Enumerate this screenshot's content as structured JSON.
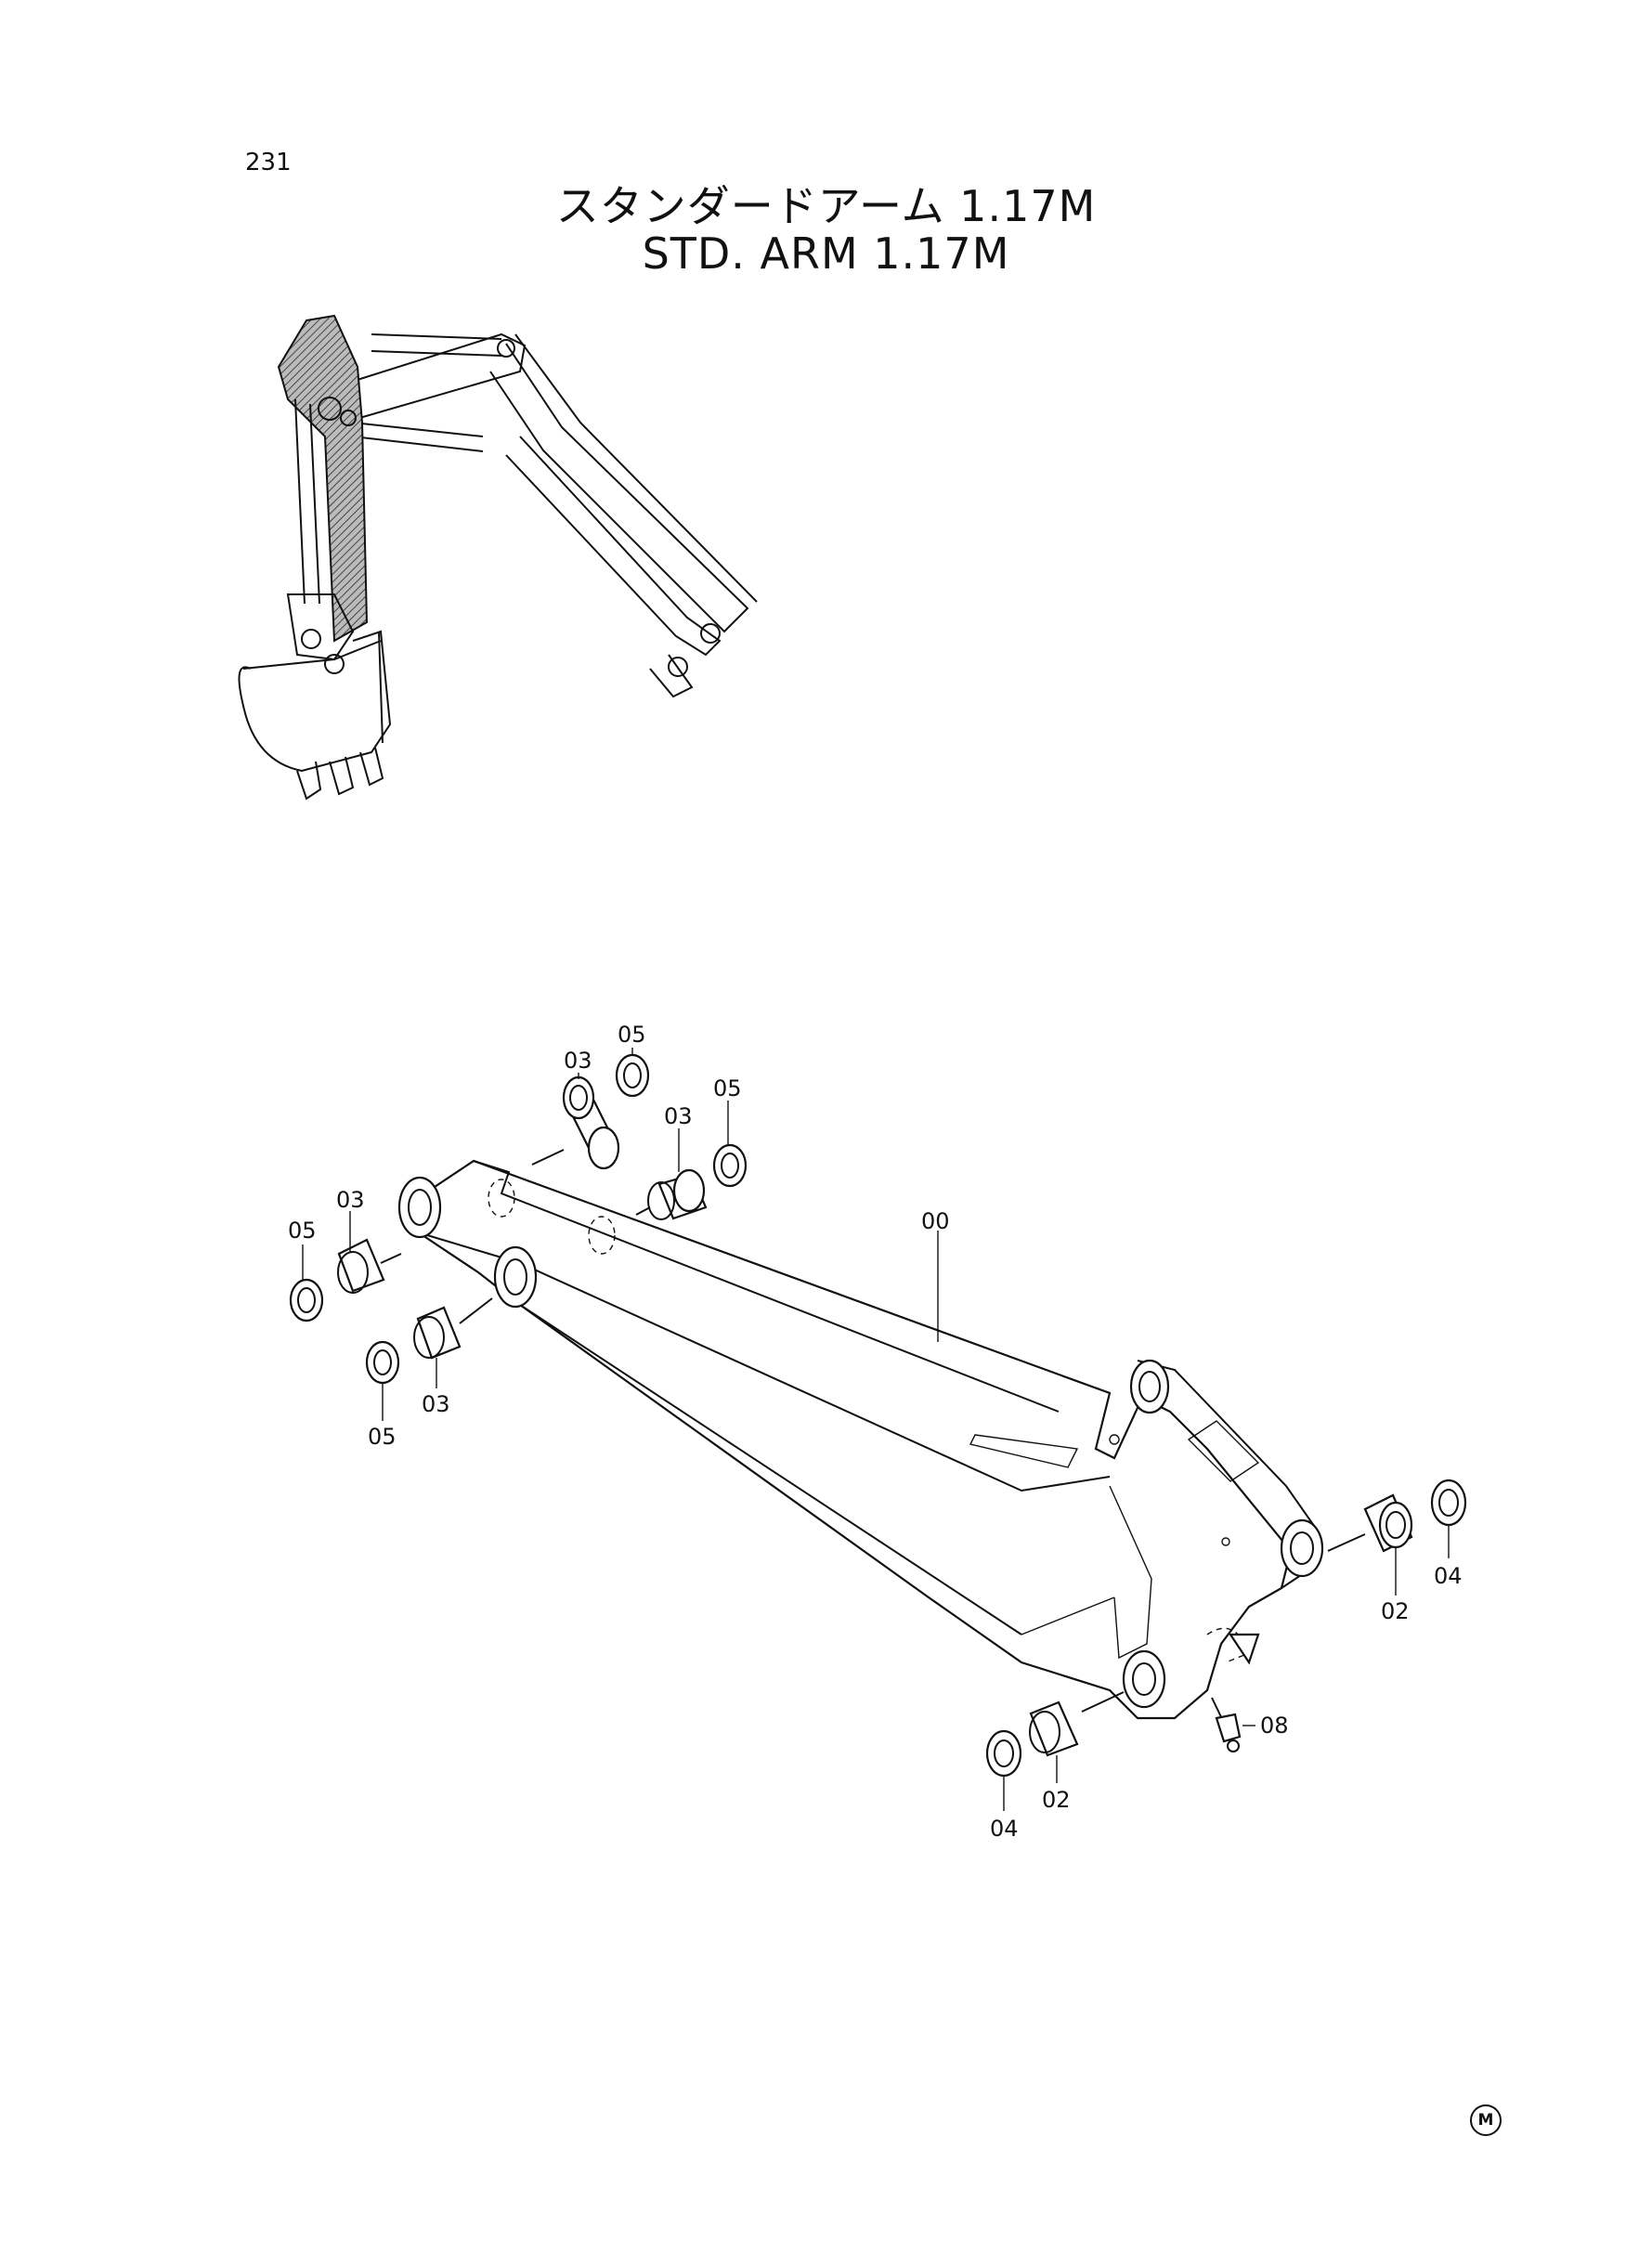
{
  "page": {
    "number": "231"
  },
  "title": {
    "japanese": "スタンダードアーム 1.17M",
    "english": "STD. ARM 1.17M"
  },
  "callouts": [
    {
      "id": "c-00",
      "label": "00"
    },
    {
      "id": "c-02a",
      "label": "02"
    },
    {
      "id": "c-02b",
      "label": "02"
    },
    {
      "id": "c-03a",
      "label": "03"
    },
    {
      "id": "c-03b",
      "label": "03"
    },
    {
      "id": "c-03c",
      "label": "03"
    },
    {
      "id": "c-03d",
      "label": "03"
    },
    {
      "id": "c-04a",
      "label": "04"
    },
    {
      "id": "c-04b",
      "label": "04"
    },
    {
      "id": "c-05a",
      "label": "05"
    },
    {
      "id": "c-05b",
      "label": "05"
    },
    {
      "id": "c-05c",
      "label": "05"
    },
    {
      "id": "c-05d",
      "label": "05"
    },
    {
      "id": "c-08",
      "label": "08"
    }
  ],
  "footer": {
    "mark": "M"
  }
}
